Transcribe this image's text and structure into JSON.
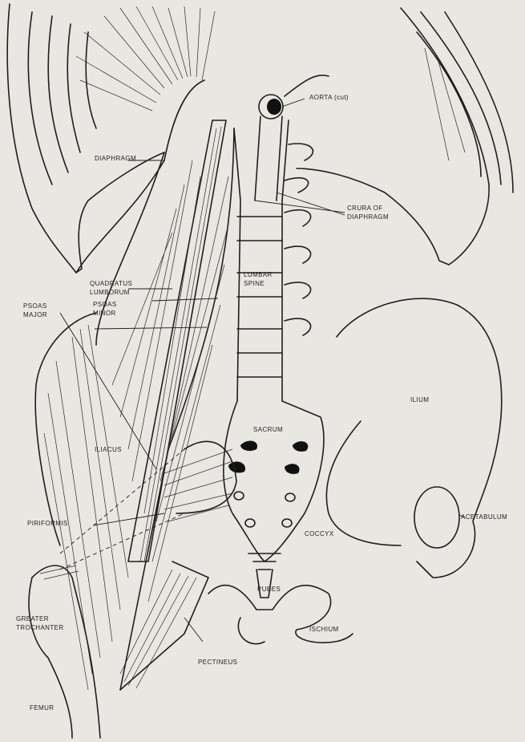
{
  "labels": {
    "aorta": "AORTA (cut)",
    "diaphragm": "DIAPHRAGM",
    "crura_line1": "CRURA OF",
    "crura_line2": "DIAPHRAGM",
    "quadratus_line1": "QUADRATUS",
    "quadratus_line2": "LUMBORUM",
    "lumbar_line1": "LUMBAR",
    "lumbar_line2": "SPINE",
    "psoas_minor_line1": "PSOAS",
    "psoas_minor_line2": "MINOR",
    "psoas_major_line1": "PSOAS",
    "psoas_major_line2": "MAJOR",
    "ilium": "ILIUM",
    "sacrum": "SACRUM",
    "iliacus": "ILIACUS",
    "piriformis": "PIRIFORMIS",
    "coccyx": "COCCYX",
    "acetabulum": "ACETABULUM",
    "pubes": "PUBES",
    "greater_trochanter_line1": "GREATER",
    "greater_trochanter_line2": "TROCHANTER",
    "ischium": "ISCHIUM",
    "pectineus": "PECTINEUS",
    "femur": "FEMUR"
  }
}
